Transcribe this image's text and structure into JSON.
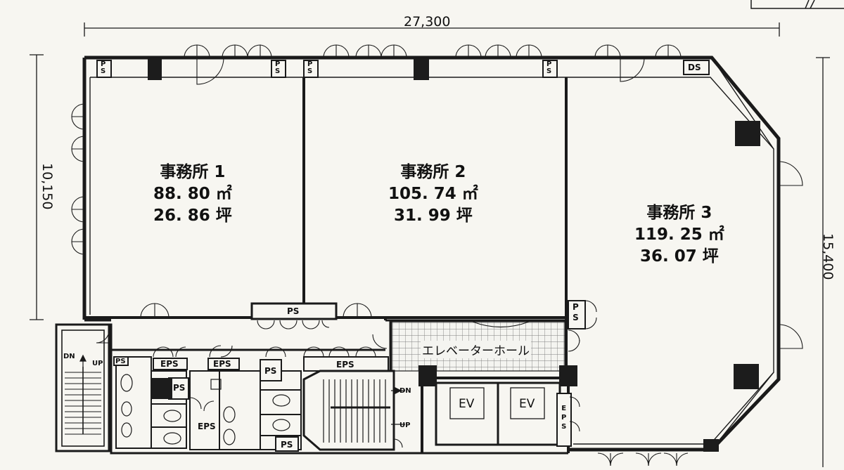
{
  "dimensions": {
    "width_label": "27,300",
    "height_left_label": "10,150",
    "height_right_label": "15,400"
  },
  "offices": [
    {
      "name": "事務所 1",
      "area_m2": "88. 80 ㎡",
      "area_tsubo": "26. 86 坪"
    },
    {
      "name": "事務所 2",
      "area_m2": "105. 74 ㎡",
      "area_tsubo": "31. 99 坪"
    },
    {
      "name": "事務所 3",
      "area_m2": "119. 25 ㎡",
      "area_tsubo": "36. 07 坪"
    }
  ],
  "shafts": {
    "ps": "PS",
    "ps_stacked": "P\nS",
    "ds": "DS",
    "eps": "EPS",
    "eps_stacked": "E\nP\nS"
  },
  "core": {
    "elevator_hall": "エレベーターホール",
    "ev1": "EV",
    "ev2": "EV",
    "stair_dn": "DN",
    "stair_up": "UP",
    "stair2_dn": "DN",
    "stair2_up": "UP"
  },
  "colors": {
    "line": "#1a1a1a",
    "column": "#1c1c1c",
    "paper": "#f7f6f1",
    "hall_grid": "#8a8a8a"
  }
}
